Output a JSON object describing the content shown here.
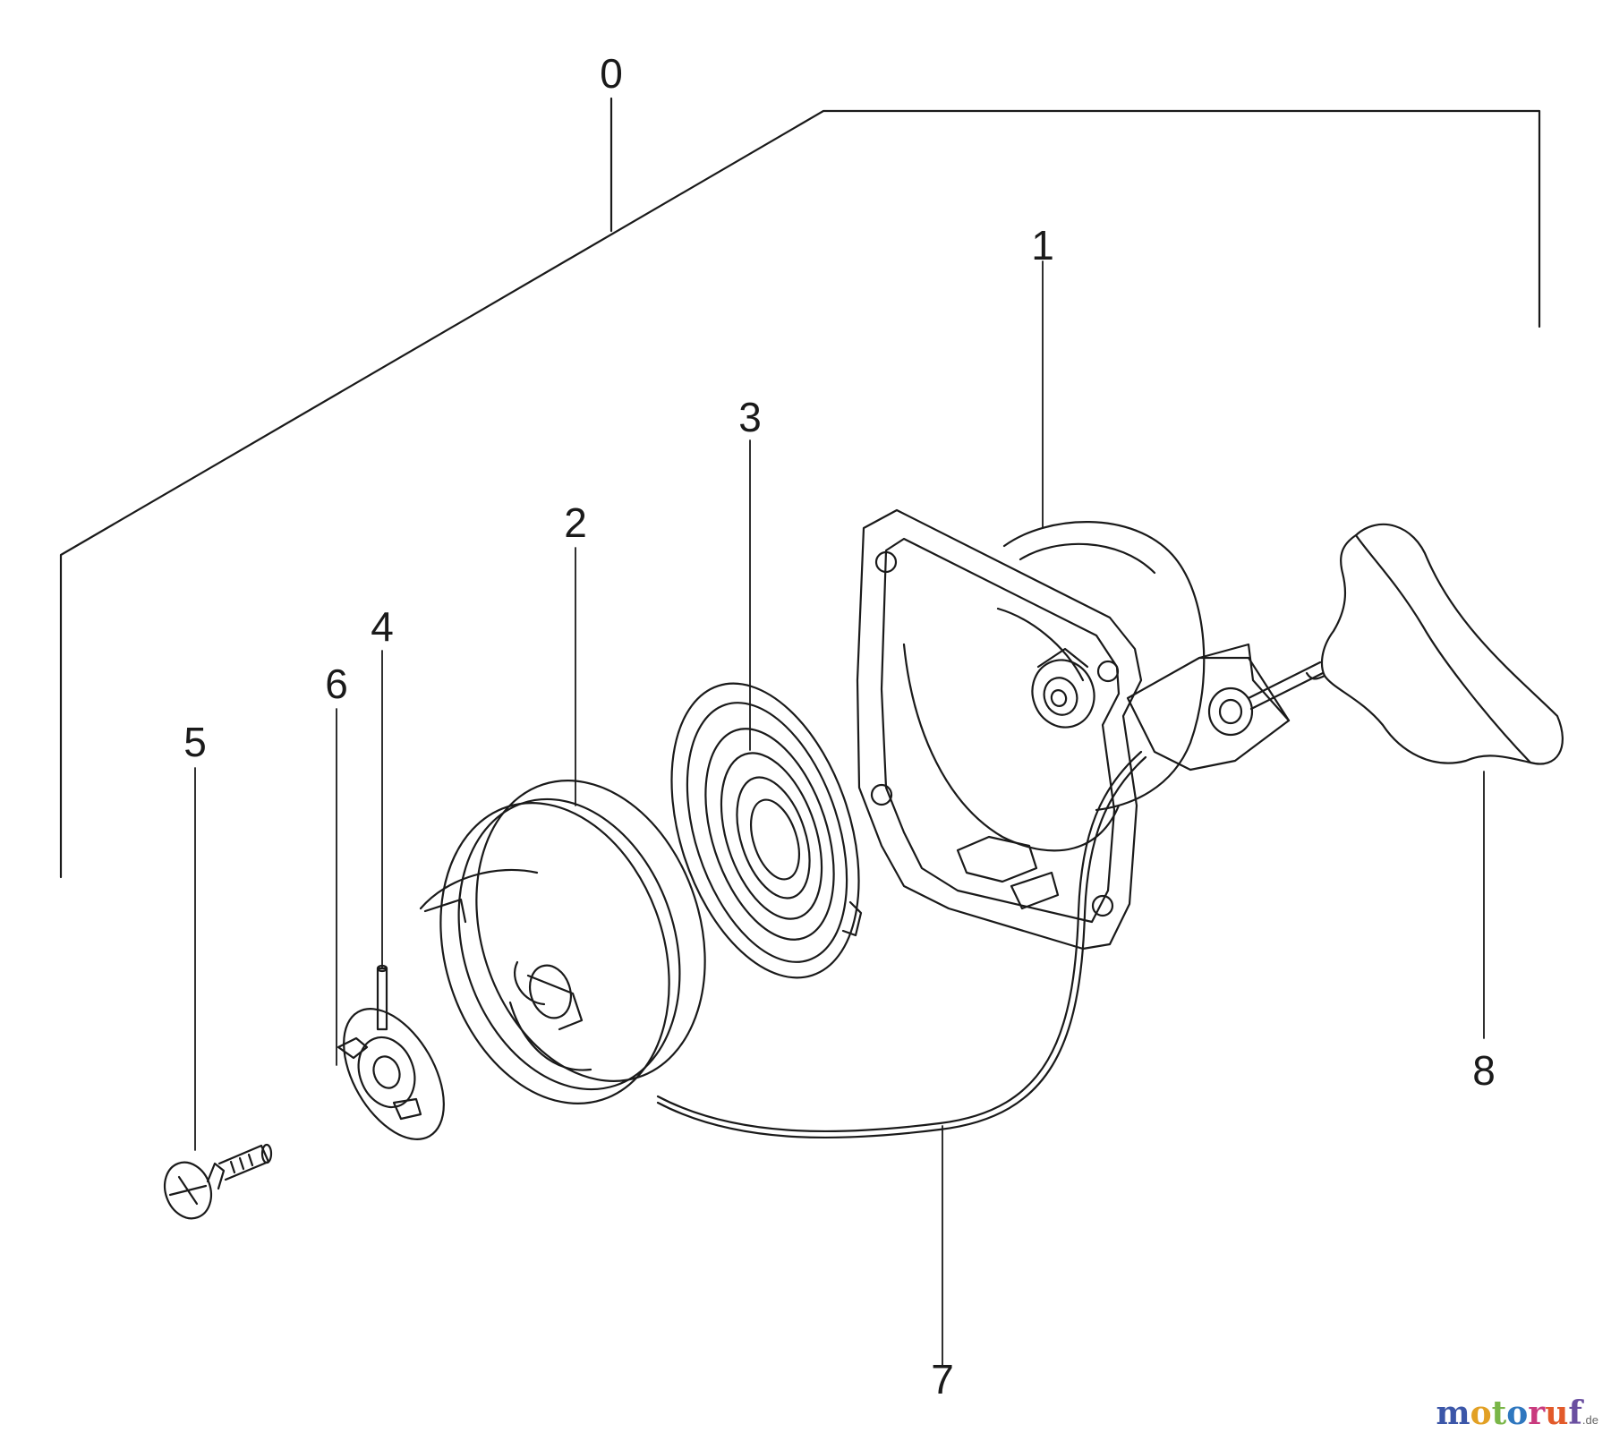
{
  "diagram": {
    "type": "exploded-parts-diagram",
    "labels": {
      "assembly": "0",
      "housing": "1",
      "pulley": "2",
      "spring": "3",
      "pin": "4",
      "screw": "5",
      "ratchet": "6",
      "rope": "7",
      "handle": "8"
    }
  },
  "watermark": {
    "letters": [
      "m",
      "o",
      "t",
      "o",
      "r",
      "u",
      "f"
    ],
    "colors": [
      "#3b56a8",
      "#e2a024",
      "#7ab648",
      "#2e77bf",
      "#c93a7e",
      "#e25a2a",
      "#6a4fa0"
    ],
    "suffix": ".de"
  },
  "colors": {
    "line": "#1a1a1a",
    "background": "#ffffff"
  }
}
